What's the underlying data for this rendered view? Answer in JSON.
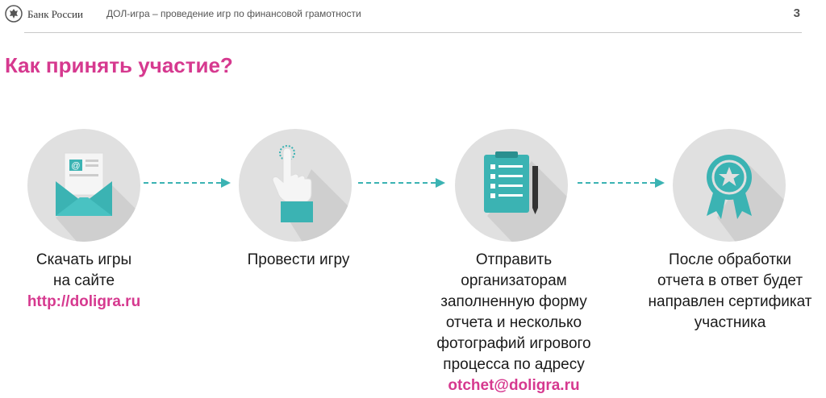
{
  "header": {
    "brand": "Банк России",
    "subtitle": "ДОЛ-игра – проведение игр по финансовой грамотности",
    "page_number": "3"
  },
  "title": "Как принять участие?",
  "steps": [
    {
      "icon": "envelope-icon",
      "lines": [
        "Скачать игры",
        "на сайте"
      ],
      "link": "http://doligra.ru"
    },
    {
      "icon": "hand-pointer-icon",
      "lines": [
        "Провести игру"
      ],
      "link": ""
    },
    {
      "icon": "checklist-icon",
      "lines": [
        "Отправить",
        "организаторам",
        "заполненную форму",
        "отчета и несколько",
        "фотографий игрового",
        "процесса по адресу"
      ],
      "link": "otchet@doligra.ru"
    },
    {
      "icon": "award-icon",
      "lines": [
        "После обработки",
        "отчета в ответ будет",
        "направлен сертификат",
        "участника"
      ],
      "link": ""
    }
  ],
  "colors": {
    "accent": "#d6398f",
    "teal": "#3bb3b3",
    "circle": "#e0e0e0"
  }
}
